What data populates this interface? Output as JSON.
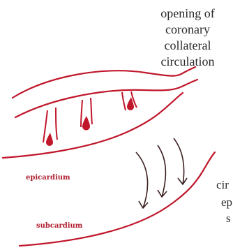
{
  "caption": {
    "lines": [
      "opening of",
      "coronary",
      "collateral",
      "circulation"
    ]
  },
  "labels": {
    "epicardium": "epicardium",
    "subcardium": "subcardium"
  },
  "cut_text": {
    "line1": "cir",
    "line2": "ep",
    "line3": "s"
  },
  "colors": {
    "vessel": "#c0172b",
    "arrow": "#3a1f1f",
    "text": "#2a2a2a",
    "label": "#b01e2e"
  }
}
